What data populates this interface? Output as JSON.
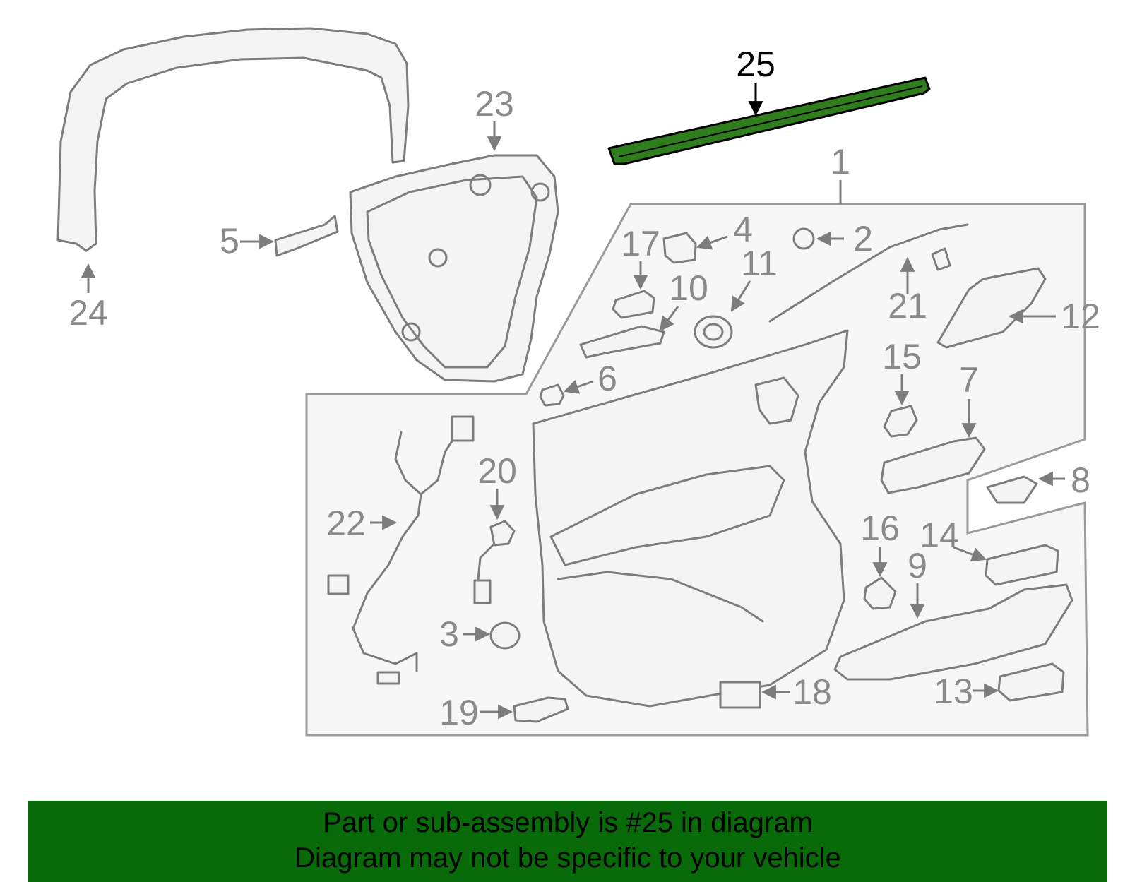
{
  "diagram": {
    "highlight_part": "25",
    "highlight_color": "#2f7d1c",
    "callouts": [
      "1",
      "2",
      "3",
      "4",
      "5",
      "6",
      "7",
      "8",
      "9",
      "10",
      "11",
      "12",
      "13",
      "14",
      "15",
      "16",
      "17",
      "18",
      "19",
      "20",
      "21",
      "22",
      "23",
      "24",
      "25"
    ]
  },
  "banner": {
    "line1": "Part or sub-assembly is #25 in diagram",
    "line2": "Diagram may not be specific to your vehicle",
    "background": "#096a09"
  }
}
